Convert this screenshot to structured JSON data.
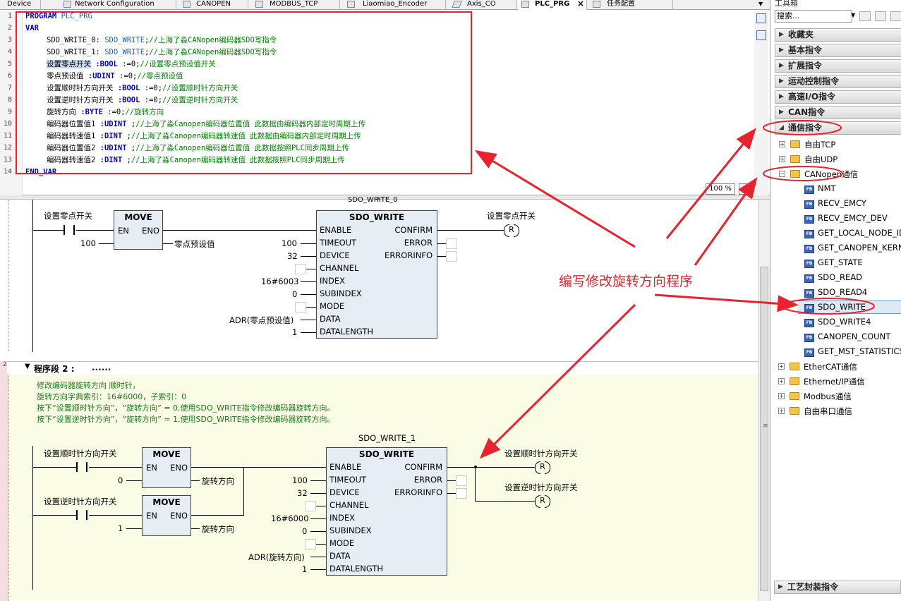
{
  "tabs": [
    {
      "label": "Device"
    },
    {
      "label": "Network Configuration"
    },
    {
      "label": "CANOPEN"
    },
    {
      "label": "MODBUS_TCP"
    },
    {
      "label": "Liaomiao_Encoder"
    },
    {
      "label": "Axis_CO"
    },
    {
      "label": "PLC_PRG"
    },
    {
      "label": "任务配置"
    }
  ],
  "tab_close": "×",
  "tab_menu": "▼",
  "declaration": {
    "line_numbers": [
      "1",
      "2",
      "3",
      "4",
      "5",
      "6",
      "7",
      "8",
      "9",
      "10",
      "11",
      "12",
      "13",
      "14"
    ],
    "program_kw": "PROGRAM",
    "program_name": "PLC_PRG",
    "var_kw": "VAR",
    "end_var": "END_VAR",
    "vars": [
      {
        "name": "SDO_WRITE_0: ",
        "type": "SDO_WRITE",
        "rest": ";",
        "comment": "//上海了淼CANopen编码器SDO写指令"
      },
      {
        "name": "SDO_WRITE_1: ",
        "type": "SDO_WRITE",
        "rest": ";",
        "comment": "//上海了淼CANopen编码器SDO写指令"
      },
      {
        "name": "设置零点开关",
        "type": " :BOOL",
        "rest": " :=0;",
        "comment": "//设置零点预设值开关"
      },
      {
        "name": "零点预设值",
        "type": " :UDINT",
        "rest": " :=0;",
        "comment": "//零点预设值"
      },
      {
        "name": "设置顺时针方向开关",
        "type": " :BOOL",
        "rest": " :=0;",
        "comment": "//设置顺时针方向开关"
      },
      {
        "name": "设置逆时针方向开关",
        "type": " :BOOL",
        "rest": " :=0;",
        "comment": "//设置逆时针方向开关"
      },
      {
        "name": "旋转方向",
        "type": " :BYTE",
        "rest": " :=0;",
        "comment": "//旋转方向"
      },
      {
        "name": "编码器位置值1",
        "type": " :UDINT",
        "rest": " ;",
        "comment": "//上海了淼Canopen编码器位置值 此数据由编码器内部定时周期上传"
      },
      {
        "name": "编码器转速值1",
        "type": " :DINT",
        "rest": " ;",
        "comment": "//上海了淼Canopen编码器转速值 此数据由编码器内部定时周期上传"
      },
      {
        "name": "编码器位置值2",
        "type": " :UDINT",
        "rest": " ;",
        "comment": "//上海了淼Canopen编码器位置值 此数据按照PLC同步周期上传"
      },
      {
        "name": "编码器转速值2",
        "type": " :DINT",
        "rest": " ;",
        "comment": "//上海了淼Canopen编码器转速值 此数据按照PLC同步周期上传"
      }
    ]
  },
  "zoom": "100 %",
  "net1": {
    "instance_name": "SDO_WRITE_0",
    "contact_label": "设置零点开关",
    "move_label": "MOVE",
    "en": "EN",
    "eno": "ENO",
    "move_in": "100",
    "move_out": "零点预设值",
    "coil_label": "设置零点开关",
    "coil_symbol": "R",
    "fb_name": "SDO_WRITE",
    "inputs": [
      {
        "pin": "ENABLE",
        "value": ""
      },
      {
        "pin": "TIMEOUT",
        "value": "100"
      },
      {
        "pin": "DEVICE",
        "value": "32"
      },
      {
        "pin": "CHANNEL",
        "value": ""
      },
      {
        "pin": "INDEX",
        "value": "16#6003"
      },
      {
        "pin": "SUBINDEX",
        "value": "0"
      },
      {
        "pin": "MODE",
        "value": ""
      },
      {
        "pin": "DATA",
        "value": "ADR(零点预设值)"
      },
      {
        "pin": "DATALENGTH",
        "value": "1"
      }
    ],
    "outputs": [
      "CONFIRM",
      "ERROR",
      "ERRORINFO"
    ]
  },
  "net2": {
    "num": "2",
    "title": "程序段 2 :",
    "title_dots": "......",
    "comment": [
      "修改编码器旋转方向 顺时针，",
      "旋转方向字典索引：16#6000，子索引：0",
      "按下“设置顺时针方向”，“旋转方向” = 0,使用SDO_WRITE指令修改编码器旋转方向。",
      "按下“设置逆时针方向”，“旋转方向” = 1,使用SDO_WRITE指令修改编码器旋转方向。"
    ],
    "instance_name": "SDO_WRITE_1",
    "contact1_label": "设置顺时针方向开关",
    "contact2_label": "设置逆时针方向开关",
    "move_label": "MOVE",
    "en": "EN",
    "eno": "ENO",
    "move1_in": "0",
    "move1_out": "旋转方向",
    "move2_in": "1",
    "move2_out": "旋转方向",
    "coil1_label": "设置顺时针方向开关",
    "coil2_label": "设置逆时针方向开关",
    "coil_symbol": "R",
    "fb_name": "SDO_WRITE",
    "inputs": [
      {
        "pin": "ENABLE",
        "value": ""
      },
      {
        "pin": "TIMEOUT",
        "value": "100"
      },
      {
        "pin": "DEVICE",
        "value": "32"
      },
      {
        "pin": "CHANNEL",
        "value": ""
      },
      {
        "pin": "INDEX",
        "value": "16#6000"
      },
      {
        "pin": "SUBINDEX",
        "value": "0"
      },
      {
        "pin": "MODE",
        "value": ""
      },
      {
        "pin": "DATA",
        "value": "ADR(旋转方向)"
      },
      {
        "pin": "DATALENGTH",
        "value": "1"
      }
    ],
    "outputs": [
      "CONFIRM",
      "ERROR",
      "ERRORINFO"
    ]
  },
  "toolbox": {
    "title": "工具箱",
    "search_placeholder": "搜索...",
    "categories_top": [
      "收藏夹",
      "基本指令",
      "扩展指令",
      "运动控制指令",
      "高速I/O指令",
      "CAN指令"
    ],
    "open_category": "通信指令",
    "folders_before": [
      "自由TCP",
      "自由UDP"
    ],
    "open_folder": "CANopen通信",
    "items": [
      "NMT",
      "RECV_EMCY",
      "RECV_EMCY_DEV",
      "GET_LOCAL_NODE_ID",
      "GET_CANOPEN_KERNEL_",
      "GET_STATE",
      "SDO_READ",
      "SDO_READ4",
      "SDO_WRITE",
      "SDO_WRITE4",
      "CANOPEN_COUNT",
      "GET_MST_STATISTICS"
    ],
    "selected_item": "SDO_WRITE",
    "folders_after": [
      "EtherCAT通信",
      "Ethernet/IP通信",
      "Modbus通信",
      "自由串口通信"
    ],
    "categories_bottom": [
      "工艺封装指令"
    ],
    "fb_icon_text": "FB"
  },
  "annotation": {
    "text": "编写修改旋转方向程序",
    "color": "#e8222e"
  }
}
